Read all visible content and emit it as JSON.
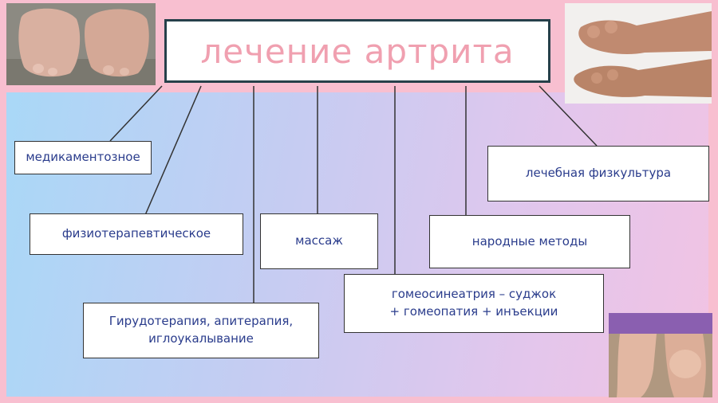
{
  "title": "лечение артрита",
  "nodes": {
    "medication": "медикаментозное",
    "physio": "физиотерапевтическое",
    "massage": "массаж",
    "folk": "народные методы",
    "exercise": "лечебная физкультура",
    "hirudo_line1": "Гирудотерапия, апитерапия,",
    "hirudo_line2": "иглоукалывание",
    "homeo_line1": "гомеосинеатрия – суджок",
    "homeo_line2": "+ гомеопатия + инъекции"
  },
  "colors": {
    "title_text": "#f0a0b0",
    "node_text": "#2a3c8c",
    "border": "#26404a",
    "background_pink": "#f8bfd0",
    "gradient_blue": "#a9d8f7"
  },
  "photos": [
    "feet-photo",
    "hands-photo",
    "knee-photo"
  ]
}
